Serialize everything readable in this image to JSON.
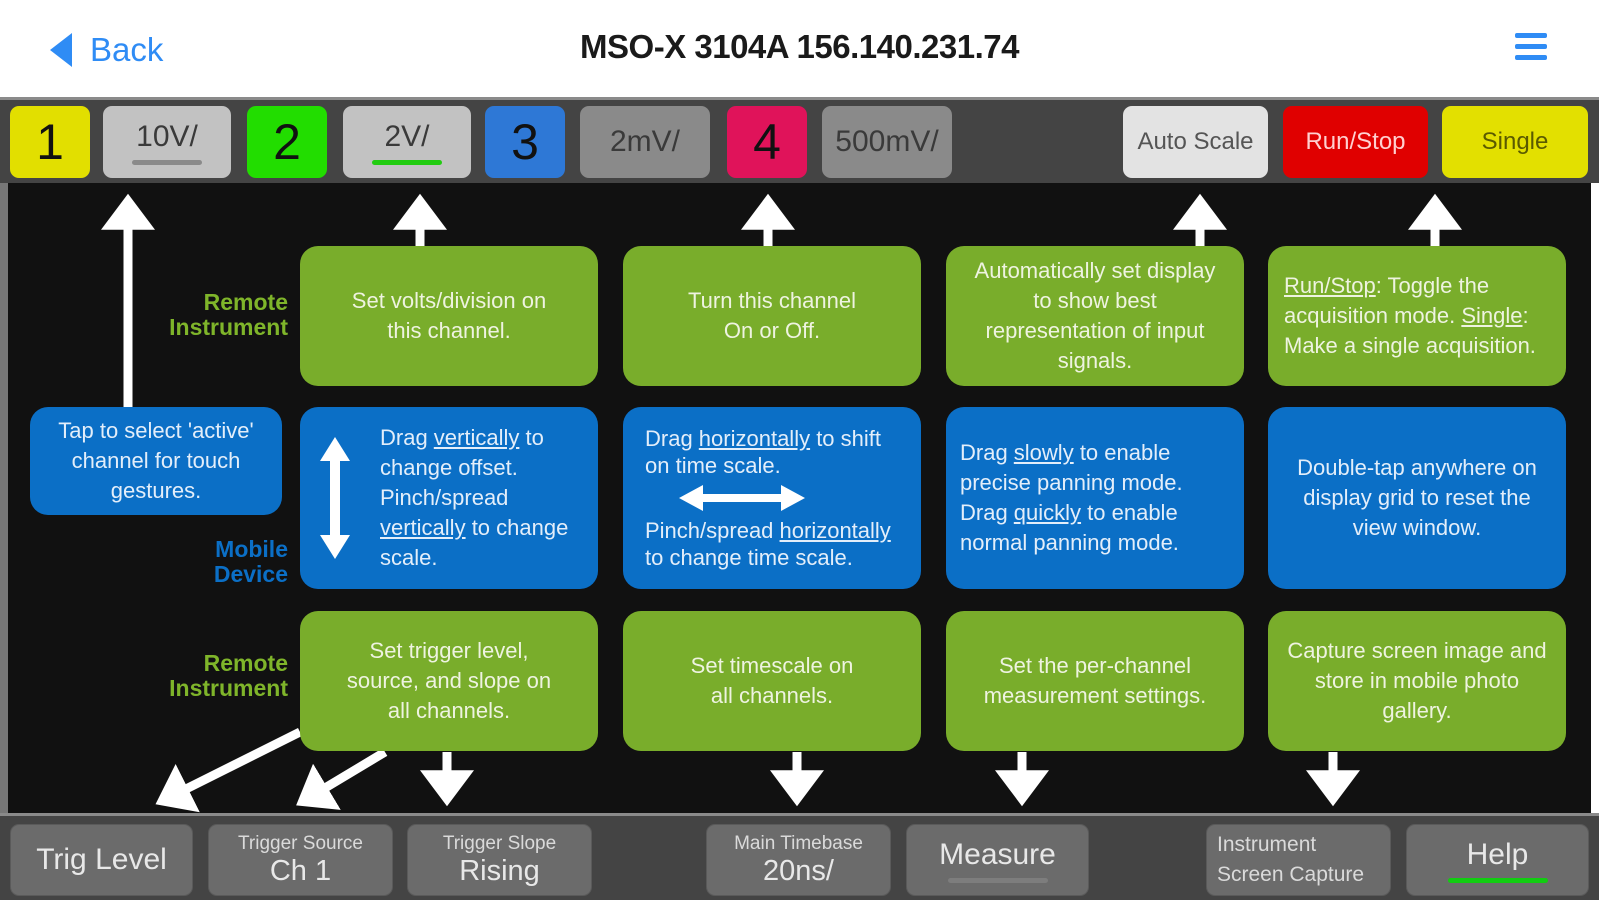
{
  "navbar": {
    "back_label": "Back",
    "title": "MSO-X 3104A 156.140.231.74",
    "menu_icon": "hamburger-menu-icon"
  },
  "top_toolbar": {
    "channels": [
      {
        "number": "1",
        "scale": "10V/",
        "color": "#e2df00",
        "underline_color": "#8a8a8a",
        "scale_bg": "#c2c2c2"
      },
      {
        "number": "2",
        "scale": "2V/",
        "color": "#22dd00",
        "underline_color": "#22cc11",
        "scale_bg": "#c2c2c2"
      },
      {
        "number": "3",
        "scale": "2mV/",
        "color": "#2e78d6",
        "underline_color": "",
        "scale_bg": "#8a8a8a"
      },
      {
        "number": "4",
        "scale": "500mV/",
        "color": "#e0135a",
        "underline_color": "",
        "scale_bg": "#8a8a8a"
      }
    ],
    "auto_scale": {
      "label": "Auto Scale",
      "color": "#e3e3e3"
    },
    "run_stop": {
      "label": "Run/Stop",
      "color": "#e00000"
    },
    "single": {
      "label": "Single",
      "color": "#e3e000"
    }
  },
  "help_overlay": {
    "row_labels": {
      "remote_top": [
        "Remote",
        "Instrument"
      ],
      "mobile": [
        "Mobile",
        "Device"
      ],
      "remote_bottom": [
        "Remote",
        "Instrument"
      ]
    },
    "channel_select": "Tap to select 'active' channel for touch gestures.",
    "remote_top": [
      {
        "text": "Set volts/division on this channel."
      },
      {
        "text": "Turn this channel On or Off."
      },
      {
        "text": "Automatically set display to show best representation of input signals."
      },
      {
        "run_stop_term": "Run/Stop",
        "run_stop_desc": ": Toggle the acquisition mode.",
        "single_term": "Single",
        "single_desc": ": Make a single acquisition."
      }
    ],
    "mobile": [
      {
        "p1": "Drag ",
        "u1": "vertically",
        "p2": " to change offset. Pinch/spread ",
        "u2": "vertically",
        "p3": " to change scale."
      },
      {
        "p1": "Drag ",
        "u1": "horizontally",
        "p2": " to shift on time scale.",
        "p3": "Pinch/spread ",
        "u2": "horizontally",
        "p4": " to change time scale."
      },
      {
        "p1": "Drag ",
        "u1": "slowly",
        "p2": " to enable precise panning mode. Drag ",
        "u2": "quickly",
        "p3": " to enable normal panning mode."
      },
      {
        "text": "Double-tap anywhere on display grid to reset the view window."
      }
    ],
    "remote_bottom": [
      {
        "text": "Set trigger level, source, and slope on all channels."
      },
      {
        "text": "Set timescale on all channels."
      },
      {
        "text": "Set the per-channel measurement settings."
      },
      {
        "text": "Capture screen image and store in mobile photo gallery."
      }
    ]
  },
  "bottom_toolbar": {
    "trig_level": "Trig Level",
    "trigger_source": {
      "label": "Trigger Source",
      "value": "Ch 1"
    },
    "trigger_slope": {
      "label": "Trigger Slope",
      "value": "Rising"
    },
    "main_timebase": {
      "label": "Main Timebase",
      "value": "20ns/"
    },
    "measure": "Measure",
    "screen_capture": {
      "line1": "Instrument",
      "line2": "Screen Capture"
    },
    "help": "Help",
    "help_underline_color": "#11cc11"
  }
}
